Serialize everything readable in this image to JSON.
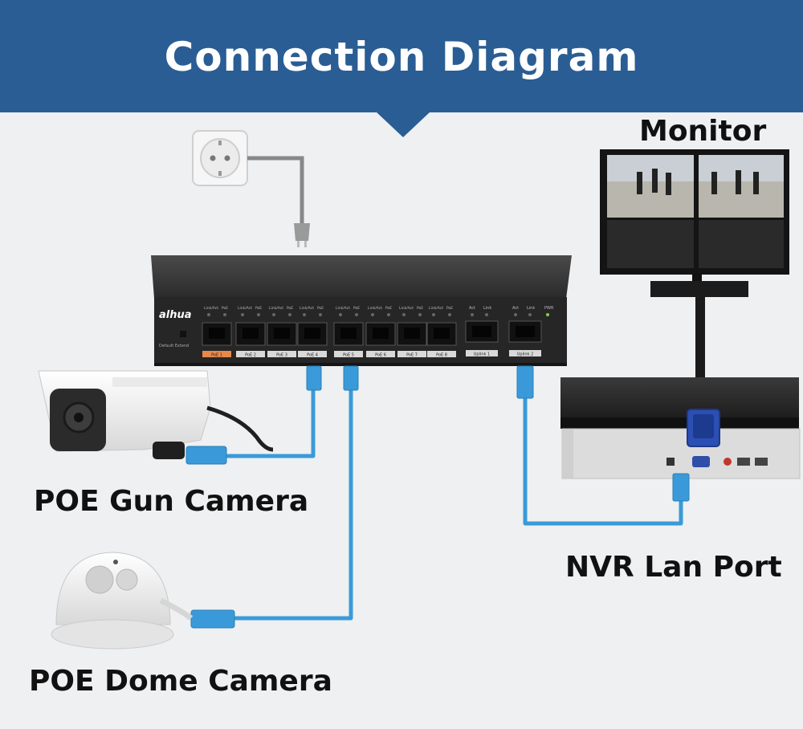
{
  "header": {
    "title": "Connection Diagram"
  },
  "labels": {
    "monitor": "Monitor",
    "gun_camera": "POE Gun Camera",
    "dome_camera": "POE Dome Camera",
    "nvr_port": "NVR Lan Port"
  },
  "switch": {
    "brand": "alhua",
    "reset": "Default Extend",
    "led_labels": [
      "Link/Act",
      "PoE",
      "Link/Act",
      "PoE",
      "Link/Act",
      "PoE",
      "Link/Act",
      "PoE",
      "Link/Act",
      "PoE",
      "Link/Act",
      "PoE",
      "Link/Act",
      "PoE",
      "Link/Act",
      "PoE"
    ],
    "port_labels": [
      "PoE 1",
      "PoE 2",
      "PoE 3",
      "PoE 4",
      "PoE 5",
      "PoE 6",
      "PoE 7",
      "PoE 8"
    ],
    "uplink_leds": [
      "Act",
      "Link",
      "Act",
      "Link",
      "PWR"
    ],
    "uplink_labels": [
      "Uplink 1",
      "Uplink 2"
    ]
  },
  "colors": {
    "header": "#2a5d94",
    "cable": "#3a9ad9",
    "switch": "#2b2b2b",
    "highlight_port_label": "#e8894a"
  }
}
